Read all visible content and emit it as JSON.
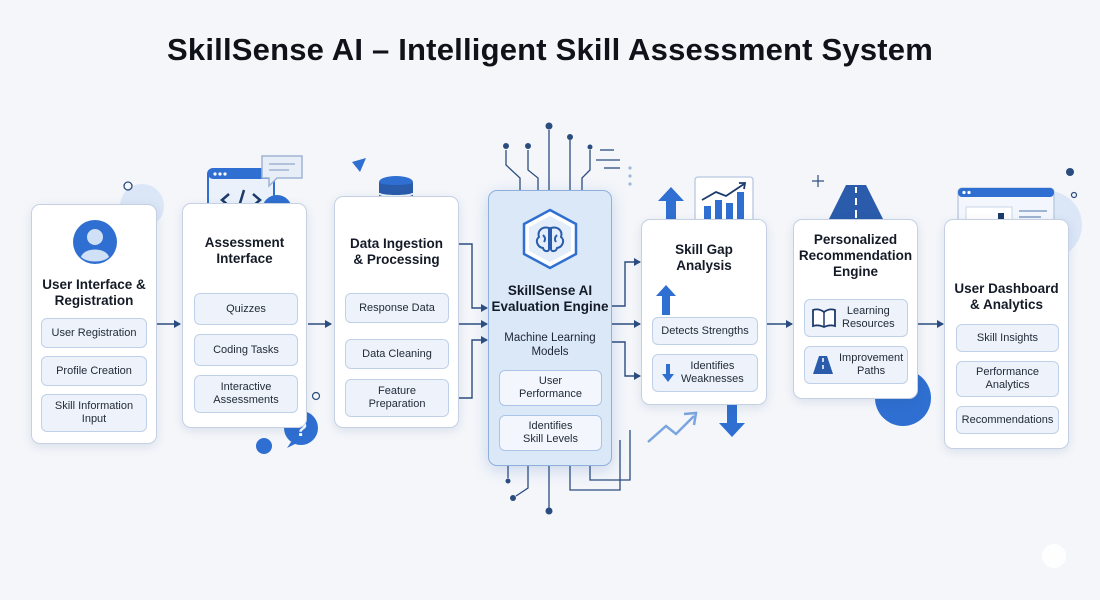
{
  "title": "SkillSense AI – Intelligent Skill Assessment System",
  "accent_color": "#2f6fd1",
  "cards": {
    "user": {
      "title_line1": "User Interface &",
      "title_line2": "Registration",
      "items": [
        "User Registration",
        "Profile Creation"
      ],
      "skill_line1": "Skill Information",
      "skill_line2": "Input"
    },
    "assess": {
      "title_line1": "Assessment",
      "title_line2": "Interface",
      "items": [
        "Quizzes",
        "Coding Tasks"
      ],
      "interactive_line1": "Interactive",
      "interactive_line2": "Assessments"
    },
    "data": {
      "title_line1": "Data Ingestion",
      "title_line2": "& Processing",
      "items": [
        "Response Data",
        "Data Cleaning"
      ],
      "feature_line1": "Feature",
      "feature_line2": "Preparation"
    },
    "engine": {
      "title_line1": "SkillSense AI",
      "title_line2": "Evaluation Engine",
      "ml_line1": "Machine Learning",
      "ml_line2": "Models",
      "perf_line1": "User",
      "perf_line2": "Performance",
      "levels_line1": "Identifies",
      "levels_line2": "Skill Levels"
    },
    "gap": {
      "title_line1": "Skill Gap",
      "title_line2": "Analysis",
      "strengths": "Detects Strengths",
      "weak_line1": "Identifies",
      "weak_line2": "Weaknesses"
    },
    "recommend": {
      "title_line1": "Personalized",
      "title_line2": "Recommendation",
      "title_line3": "Engine",
      "learning_line1": "Learning",
      "learning_line2": "Resources",
      "improve_line1": "Improvement",
      "improve_line2": "Paths"
    },
    "dashboard": {
      "title_line1": "User Dashboard",
      "title_line2": "& Analytics",
      "insights": "Skill Insights",
      "perf_line1": "Performance",
      "perf_line2": "Analytics",
      "recs": "Recommendations"
    }
  },
  "icons": [
    "user-avatar-icon",
    "code-window-icon",
    "question-bubble-icon",
    "database-icon",
    "filter-icon",
    "brain-icon",
    "bar-chart-icon",
    "arrow-up-icon",
    "arrow-down-icon",
    "book-icon",
    "road-icon",
    "dashboard-chart-icon",
    "lightbulb-icon"
  ]
}
